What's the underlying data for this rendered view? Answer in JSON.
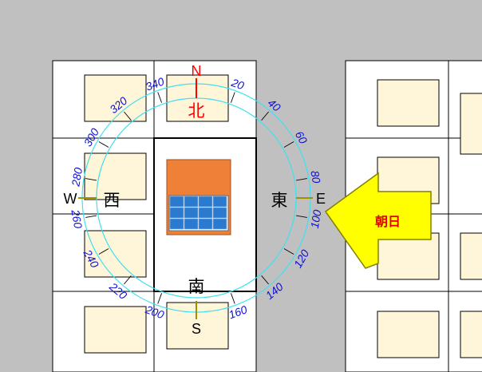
{
  "compass": {
    "north_letter": "N",
    "south_letter": "S",
    "east_letter": "E",
    "west_letter": "W",
    "north_kanji": "北",
    "south_kanji": "南",
    "east_kanji": "東",
    "west_kanji": "西",
    "degree_labels": [
      {
        "deg": 20,
        "text": "20"
      },
      {
        "deg": 40,
        "text": "40"
      },
      {
        "deg": 60,
        "text": "60"
      },
      {
        "deg": 80,
        "text": "80"
      },
      {
        "deg": 100,
        "text": "100"
      },
      {
        "deg": 120,
        "text": "120"
      },
      {
        "deg": 140,
        "text": "140"
      },
      {
        "deg": 160,
        "text": "160"
      },
      {
        "deg": 200,
        "text": "200"
      },
      {
        "deg": 220,
        "text": "220"
      },
      {
        "deg": 240,
        "text": "240"
      },
      {
        "deg": 260,
        "text": "260"
      },
      {
        "deg": 280,
        "text": "280"
      },
      {
        "deg": 300,
        "text": "300"
      },
      {
        "deg": 320,
        "text": "320"
      },
      {
        "deg": 340,
        "text": "340"
      }
    ]
  },
  "sun_arrow": {
    "label": "朝日"
  },
  "colors": {
    "background": "#c0c0c0",
    "ring": "#40e0f0",
    "degree_text": "#1010d0",
    "north_text": "#ff0000",
    "house": "#f5fbf0",
    "house_fill": "#fff5d8",
    "roof": "#ef8038",
    "solar_panel": "#2a7ad0",
    "arrow": "#ffff00",
    "arrow_text": "#e00000"
  }
}
